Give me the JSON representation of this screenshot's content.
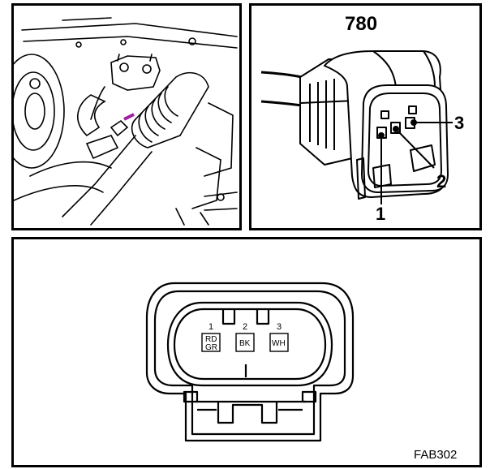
{
  "connector": {
    "number": "780",
    "callouts": [
      "1",
      "2",
      "3"
    ]
  },
  "pinout": {
    "pins": [
      {
        "number": "1",
        "wire_line1": "RD",
        "wire_line2": "GR"
      },
      {
        "number": "2",
        "wire_line1": "BK",
        "wire_line2": ""
      },
      {
        "number": "3",
        "wire_line1": "WH",
        "wire_line2": ""
      }
    ],
    "figure_ref": "FAB302"
  },
  "colors": {
    "line": "#000000",
    "background": "#ffffff",
    "highlight": "#a020a0"
  }
}
